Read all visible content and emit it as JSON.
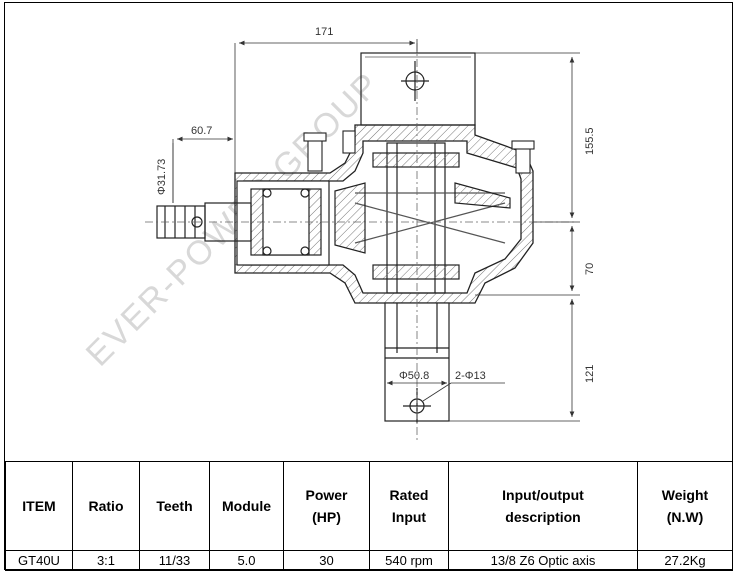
{
  "drawing": {
    "watermark": "EVER-POWER GROUP",
    "dimensions": {
      "overall_width": "171",
      "input_offset": "60.7",
      "input_diameter": "Φ31.73",
      "upper_height": "155.5",
      "middle_height": "70",
      "lower_height": "121",
      "output_diameter": "Φ50.8",
      "holes": "2-Φ13"
    }
  },
  "table": {
    "headers": [
      "ITEM",
      "Ratio",
      "Teeth",
      "Module",
      "Power\n(HP)",
      "Rated\nInput",
      "Input/output\ndescription",
      "Weight\n(N.W)"
    ],
    "rows": [
      [
        "GT40U",
        "3:1",
        "11/33",
        "5.0",
        "30",
        "540 rpm",
        "13/8 Z6 Optic axis",
        "27.2Kg"
      ]
    ]
  }
}
